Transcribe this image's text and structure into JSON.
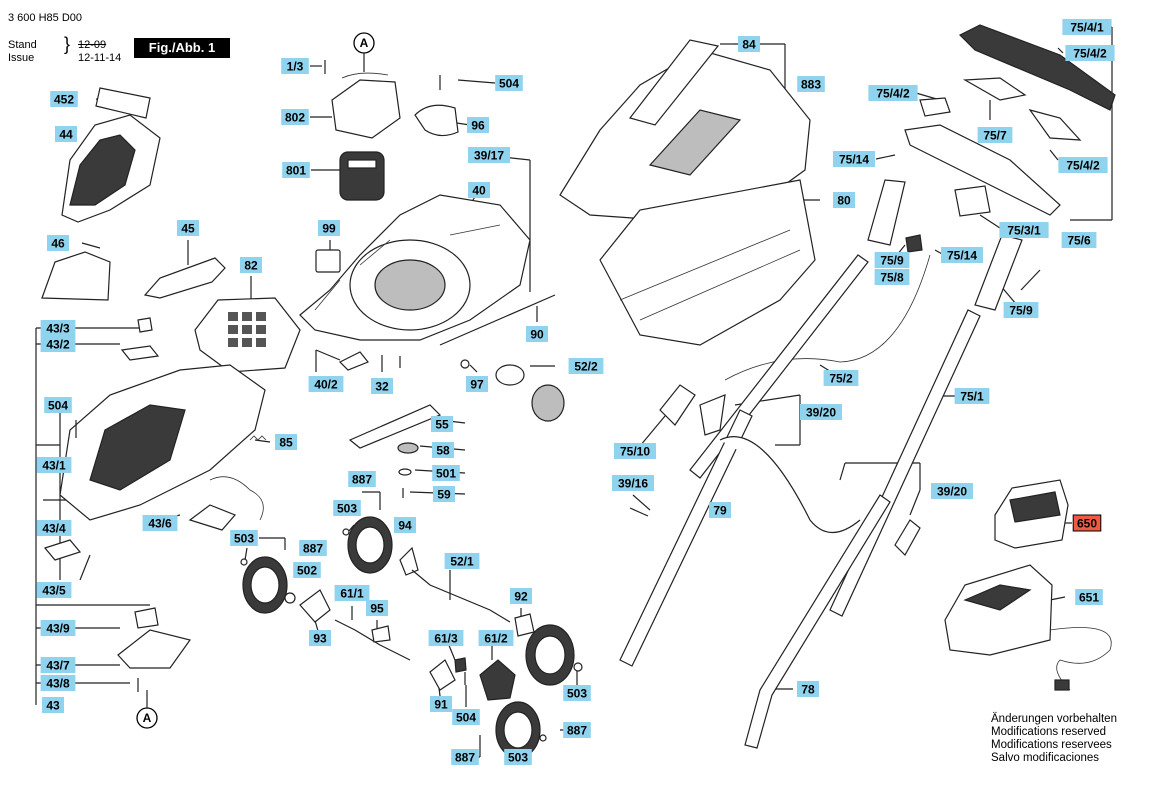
{
  "header": {
    "doc_number": "3 600 H85 D00",
    "stand_label": "Stand",
    "issue_label": "Issue",
    "stand_date_struck": "12-09",
    "issue_date": "12-11-14",
    "figure_label": "Fig./Abb. 1"
  },
  "reference_markers": [
    "A",
    "A"
  ],
  "part_labels": [
    "1/3",
    "504",
    "802",
    "96",
    "801",
    "39/17",
    "40",
    "99",
    "82",
    "45",
    "452",
    "44",
    "46",
    "84",
    "883",
    "80",
    "75/4/1",
    "75/4/2",
    "75/4/2",
    "75/7",
    "75/4/2",
    "75/14",
    "75/3/1",
    "75/6",
    "75/9",
    "75/8",
    "75/14",
    "75/9",
    "43/3",
    "43/2",
    "504",
    "43/1",
    "43/4",
    "43/5",
    "43/6",
    "43/9",
    "43/7",
    "43/8",
    "43",
    "40/2",
    "32",
    "90",
    "52/2",
    "97",
    "75/2",
    "75/1",
    "55",
    "58",
    "501",
    "59",
    "85",
    "887",
    "503",
    "94",
    "503",
    "887",
    "502",
    "52/1",
    "92",
    "61/1",
    "95",
    "93",
    "61/3",
    "61/2",
    "91",
    "504",
    "503",
    "887",
    "887",
    "503",
    "75/10",
    "39/20",
    "39/20",
    "39/16",
    "79",
    "78",
    "650",
    "651"
  ],
  "highlighted_part": "650",
  "notes": [
    "Änderungen vorbehalten",
    "Modifications reserved",
    "Modifications reservees",
    "Salvo modificaciones"
  ],
  "colors": {
    "label_fill": "#8fd3ee",
    "highlight_fill": "#f05a43",
    "figure_box": "#000000"
  }
}
